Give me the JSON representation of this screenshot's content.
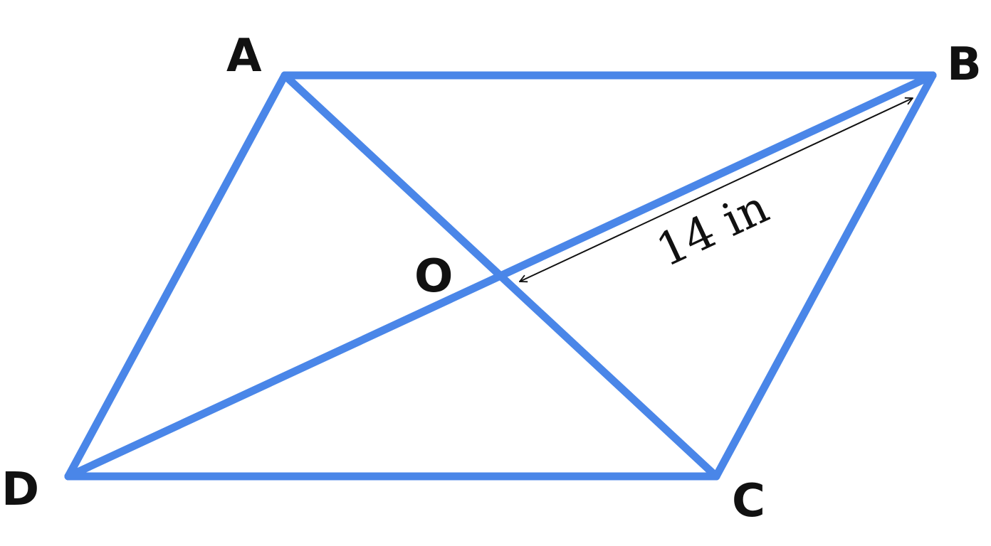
{
  "diagram": {
    "vertices": {
      "a": "A",
      "b": "B",
      "c": "C",
      "d": "D",
      "o": "O"
    },
    "measurement": {
      "label": "14 in"
    },
    "colors": {
      "shape_stroke": "#4a86e8",
      "ink": "#111111",
      "background": "#ffffff"
    }
  }
}
